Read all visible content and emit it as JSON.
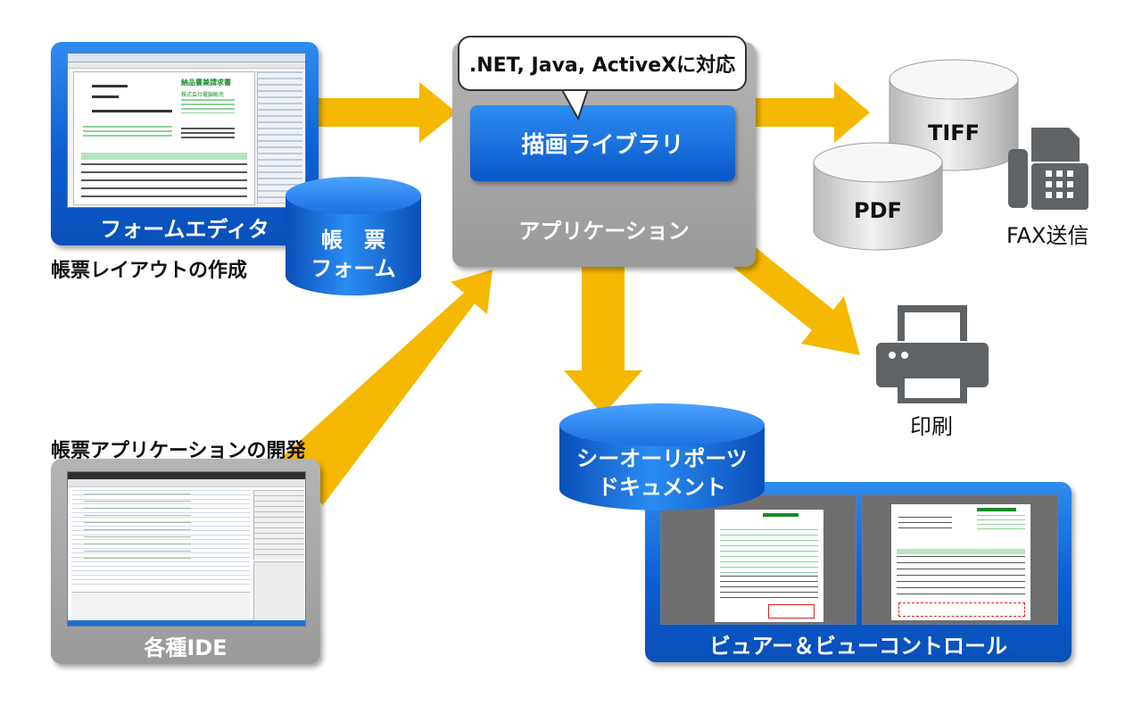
{
  "form_editor": {
    "label": "フォームエディタ",
    "caption": "帳票レイアウトの作成"
  },
  "form_db": {
    "line1": "帳　票",
    "line2": "フォーム"
  },
  "ide": {
    "label": "各種IDE",
    "caption": "帳票アプリケーションの開発"
  },
  "application": {
    "label": "アプリケーション",
    "library_label": "描画ライブラリ",
    "callout": ".NET, Java, ActiveXに対応"
  },
  "outputs": {
    "tiff": "TIFF",
    "pdf": "PDF",
    "fax": "FAX送信",
    "print": "印刷"
  },
  "document_db": {
    "line1": "シーオーリポーツ",
    "line2": "ドキュメント"
  },
  "viewer": {
    "label": "ビュアー＆ビューコントロール"
  },
  "form_sample": {
    "title": "納品書兼請求書",
    "company": "株式会社電脳販売"
  },
  "colors": {
    "arrow": "#f5b800",
    "panel_blue": "#0b5fd2",
    "panel_gray": "#9a9a9a"
  }
}
